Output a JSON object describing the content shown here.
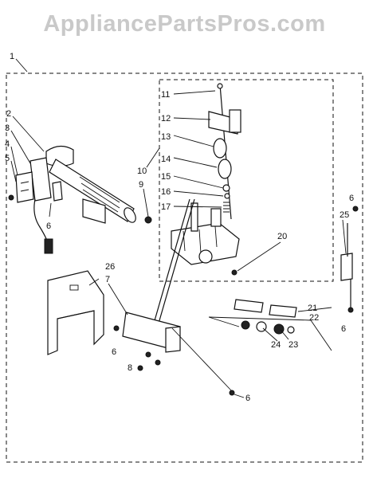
{
  "watermark": "AppliancePartsPros.com",
  "callouts": [
    "1",
    "2",
    "3",
    "4",
    "5",
    "6",
    "6",
    "6",
    "6",
    "6",
    "7",
    "8",
    "9",
    "10",
    "11",
    "12",
    "13",
    "14",
    "15",
    "16",
    "17",
    "20",
    "21",
    "22",
    "23",
    "24",
    "25",
    "26"
  ]
}
